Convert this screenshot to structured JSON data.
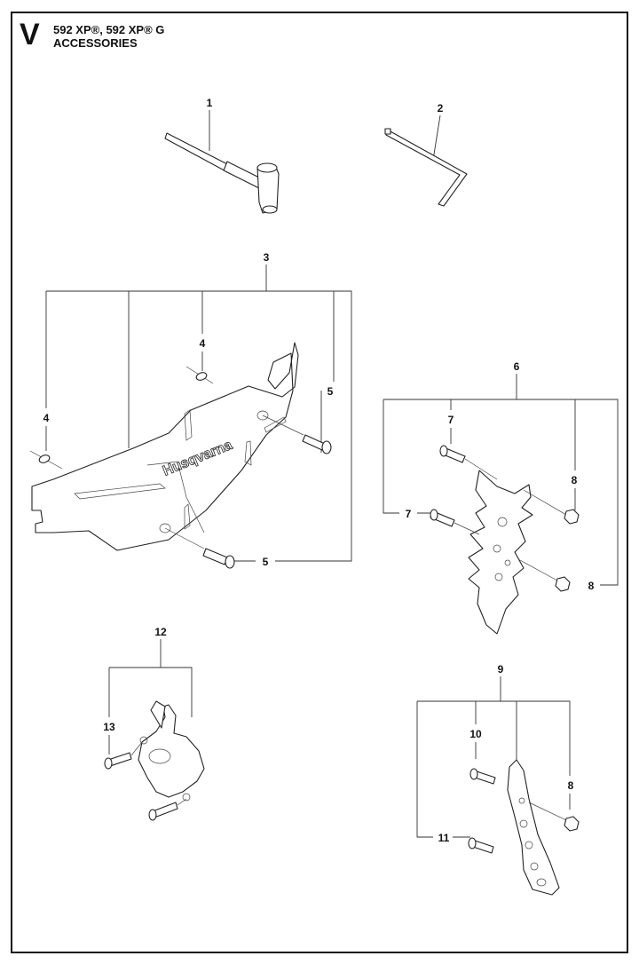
{
  "header": {
    "section_letter": "V",
    "model_line": "592 XP®, 592 XP® G",
    "section_title": "ACCESSORIES"
  },
  "callouts": {
    "c1": "1",
    "c2": "2",
    "c3": "3",
    "c4a": "4",
    "c4b": "4",
    "c5a": "5",
    "c5b": "5",
    "c6": "6",
    "c7a": "7",
    "c7b": "7",
    "c8a": "8",
    "c8b": "8",
    "c8c": "8",
    "c9": "9",
    "c10": "10",
    "c11": "11",
    "c12": "12",
    "c13": "13"
  },
  "logo": {
    "brand_text": "Husqvarna"
  }
}
